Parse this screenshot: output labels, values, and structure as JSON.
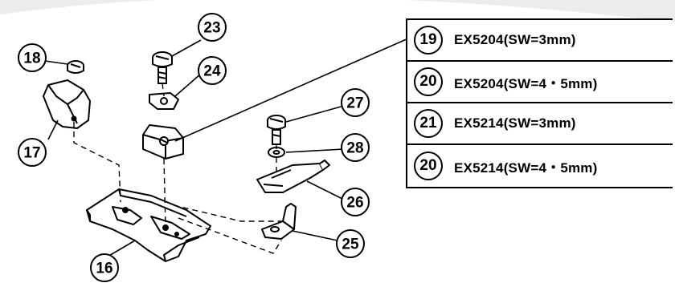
{
  "callouts": {
    "c16": "16",
    "c17": "17",
    "c18": "18",
    "c23": "23",
    "c24": "24",
    "c25": "25",
    "c26": "26",
    "c27": "27",
    "c28": "28"
  },
  "legend": {
    "rows": [
      {
        "num": "19",
        "text": "EX5204(SW=3mm)"
      },
      {
        "num": "20",
        "text": "EX5204(SW=4・5mm)"
      },
      {
        "num": "21",
        "text": "EX5214(SW=3mm)"
      },
      {
        "num": "20",
        "text": "EX5214(SW=4・5mm)"
      }
    ]
  }
}
